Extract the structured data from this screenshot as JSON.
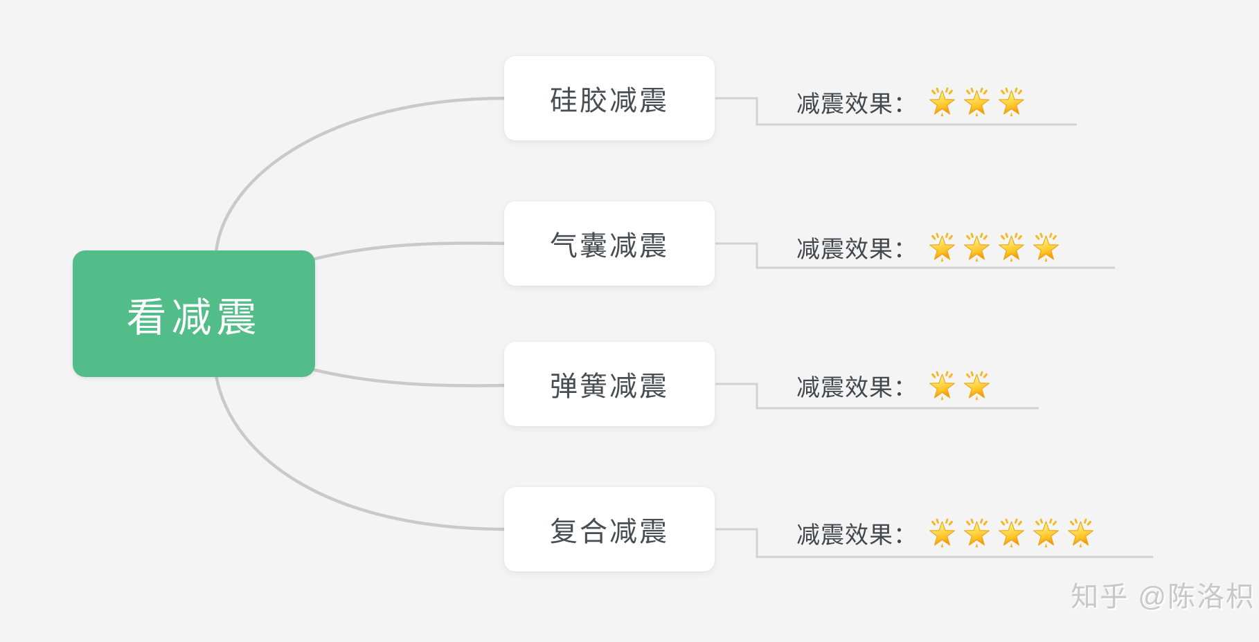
{
  "root": {
    "label": "看减震"
  },
  "rating_label": "减震效果：",
  "nodes": [
    {
      "label": "硅胶减震",
      "stars": 3
    },
    {
      "label": "气囊减震",
      "stars": 4
    },
    {
      "label": "弹簧减震",
      "stars": 2
    },
    {
      "label": "复合减震",
      "stars": 5
    }
  ],
  "watermark": "知乎 @陈洛枳",
  "icons": {
    "star": "glowing-star-icon"
  },
  "colors": {
    "background": "#f4f4f5",
    "root_bg": "#53bd89",
    "root_text": "#ffffff",
    "topic_bg": "#ffffff",
    "topic_text": "#474d53",
    "rating_text": "#43484d",
    "connector": "#c9c9c9",
    "underline": "#d2d2d2",
    "watermark": "#c8c8c8",
    "star_gold": "#ffc107",
    "star_deep": "#f09a10"
  }
}
